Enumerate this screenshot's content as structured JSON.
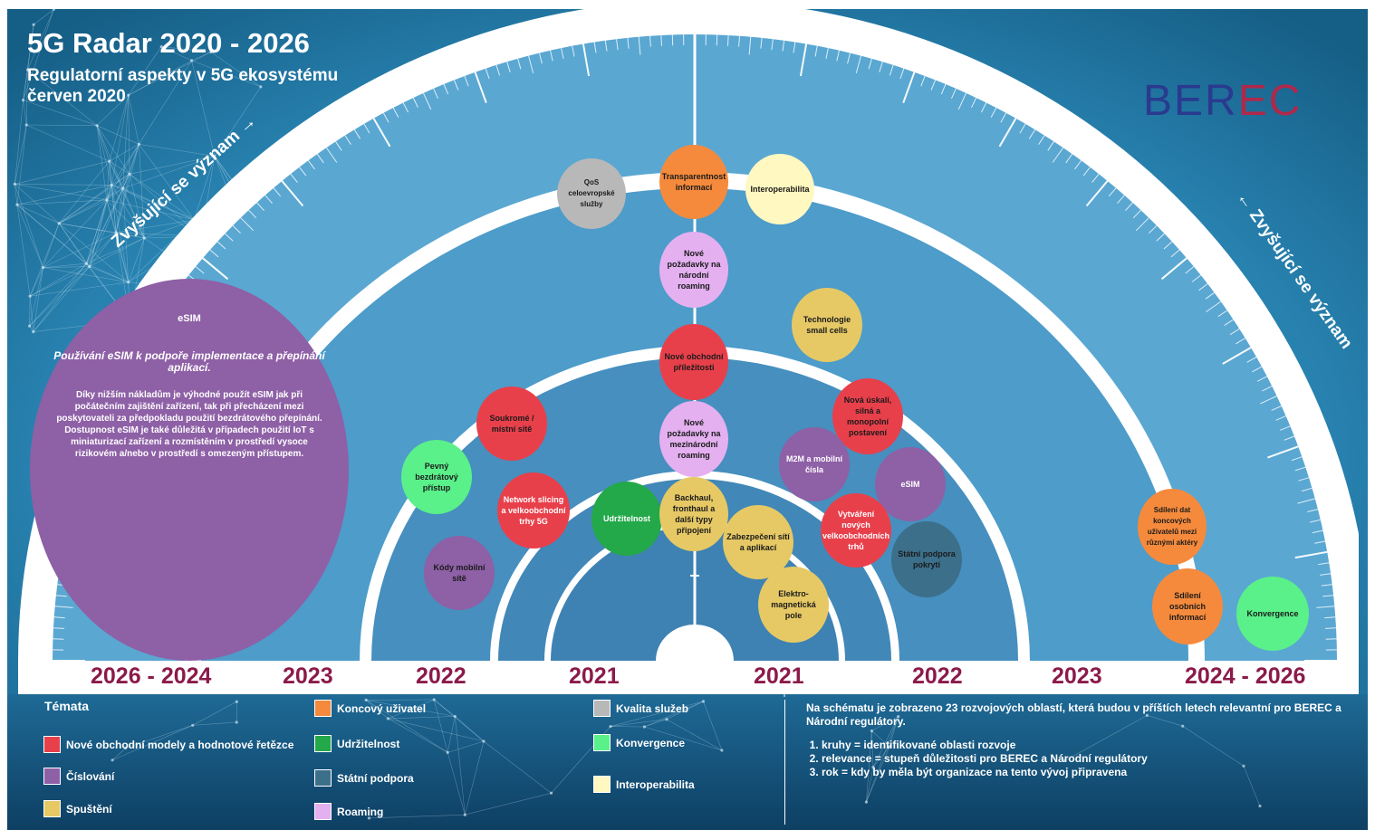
{
  "header": {
    "title": "5G Radar 2020 - 2026",
    "subtitle_line1": "Regulatorní aspekty v 5G ekosystému",
    "subtitle_line2": "červen 2020",
    "logo_text_a": "BER",
    "logo_text_b": "EC",
    "significance_left": "Zvyšující se význam →",
    "significance_right": "← Zvyšující se význam"
  },
  "colors": {
    "red": "#e8404b",
    "purple": "#8e60a6",
    "yellow": "#e6c965",
    "orange": "#f58a3c",
    "green": "#23a84a",
    "blue": "#3c6f8a",
    "pink": "#e4b0f0",
    "gray": "#b8b8b8",
    "lightgreen": "#5af08a",
    "cream": "#fff8c0"
  },
  "years": [
    "2026 - 2024",
    "2023",
    "2022",
    "2021",
    "2021",
    "2022",
    "2023",
    "2024 - 2026"
  ],
  "featured": {
    "title": "eSIM",
    "lead": "Používání eSIM k podpoře implementace a přepínání aplikací.",
    "body": "Díky nižším nákladům je výhodné použít eSIM jak při počátečním zajištění zařízení, tak při přecházení mezi poskytovateli za předpokladu použití bezdrátového přepínání. Dostupnost eSIM je také důležitá v případech použití IoT s miniaturizací zařízení a rozmístěním v prostředí vysoce rizikovém a/nebo v prostředí s omezeným přístupem."
  },
  "bubbles": [
    {
      "label": "QoS celoevropské služby",
      "theme": "gray"
    },
    {
      "label": "Transparentnost informací",
      "theme": "orange"
    },
    {
      "label": "Interoperabilita",
      "theme": "cream"
    },
    {
      "label": "Nové požadavky na národní roaming",
      "theme": "pink"
    },
    {
      "label": "Technologie small cells",
      "theme": "yellow"
    },
    {
      "label": "Nové obchodní příležitosti",
      "theme": "red"
    },
    {
      "label": "Nová úskalí, silná a monopolní postavení",
      "theme": "red"
    },
    {
      "label": "Soukromé / místní sítě",
      "theme": "red"
    },
    {
      "label": "Nové požadavky na mezinárodní roaming",
      "theme": "pink"
    },
    {
      "label": "M2M a mobilní čísla",
      "theme": "purple"
    },
    {
      "label": "Pevný bezdrátový přístup",
      "theme": "lightgreen"
    },
    {
      "label": "eSIM",
      "theme": "purple"
    },
    {
      "label": "Network slicing a velkoobchodní trhy 5G",
      "theme": "red"
    },
    {
      "label": "Udržitelnost",
      "theme": "green"
    },
    {
      "label": "Backhaul, fronthaul a další typy připojení",
      "theme": "yellow"
    },
    {
      "label": "Vytváření nových velkoobchodních trhů",
      "theme": "red"
    },
    {
      "label": "Zabezpečení sítí a aplikací",
      "theme": "yellow"
    },
    {
      "label": "Státní podpora pokrytí",
      "theme": "blue"
    },
    {
      "label": "Kódy mobilní sítě",
      "theme": "purple"
    },
    {
      "label": "Elektro-magnetická pole",
      "theme": "yellow"
    },
    {
      "label": "Sdílení dat koncových uživatelů mezi různými aktéry",
      "theme": "orange"
    },
    {
      "label": "Sdílení osobních informací",
      "theme": "orange"
    },
    {
      "label": "Konvergence",
      "theme": "lightgreen"
    }
  ],
  "legend": {
    "title": "Témata",
    "items": [
      {
        "label": "Nové obchodní modely a hodnotové řetězce",
        "color": "#e8404b"
      },
      {
        "label": "Číslování",
        "color": "#8e60a6"
      },
      {
        "label": "Spuštění",
        "color": "#e6c965"
      },
      {
        "label": "Koncový uživatel",
        "color": "#f58a3c"
      },
      {
        "label": "Udržitelnost",
        "color": "#23a84a"
      },
      {
        "label": "Státní podpora",
        "color": "#3c6f8a"
      },
      {
        "label": "Roaming",
        "color": "#e4b0f0"
      },
      {
        "label": "Kvalita služeb",
        "color": "#b8b8b8"
      },
      {
        "label": "Konvergence",
        "color": "#5af08a"
      },
      {
        "label": "Interoperabilita",
        "color": "#fff8c0"
      }
    ]
  },
  "note": {
    "intro": "Na schématu je zobrazeno 23 rozvojových oblastí, která budou v příštích letech relevantní pro BEREC a Národní regulátory.",
    "items": [
      "kruhy = identifikované oblasti rozvoje",
      "relevance = stupeň důležitosti pro BEREC a Národní regulátory",
      "rok = kdy by měla být organizace na tento vývoj připravena"
    ]
  }
}
